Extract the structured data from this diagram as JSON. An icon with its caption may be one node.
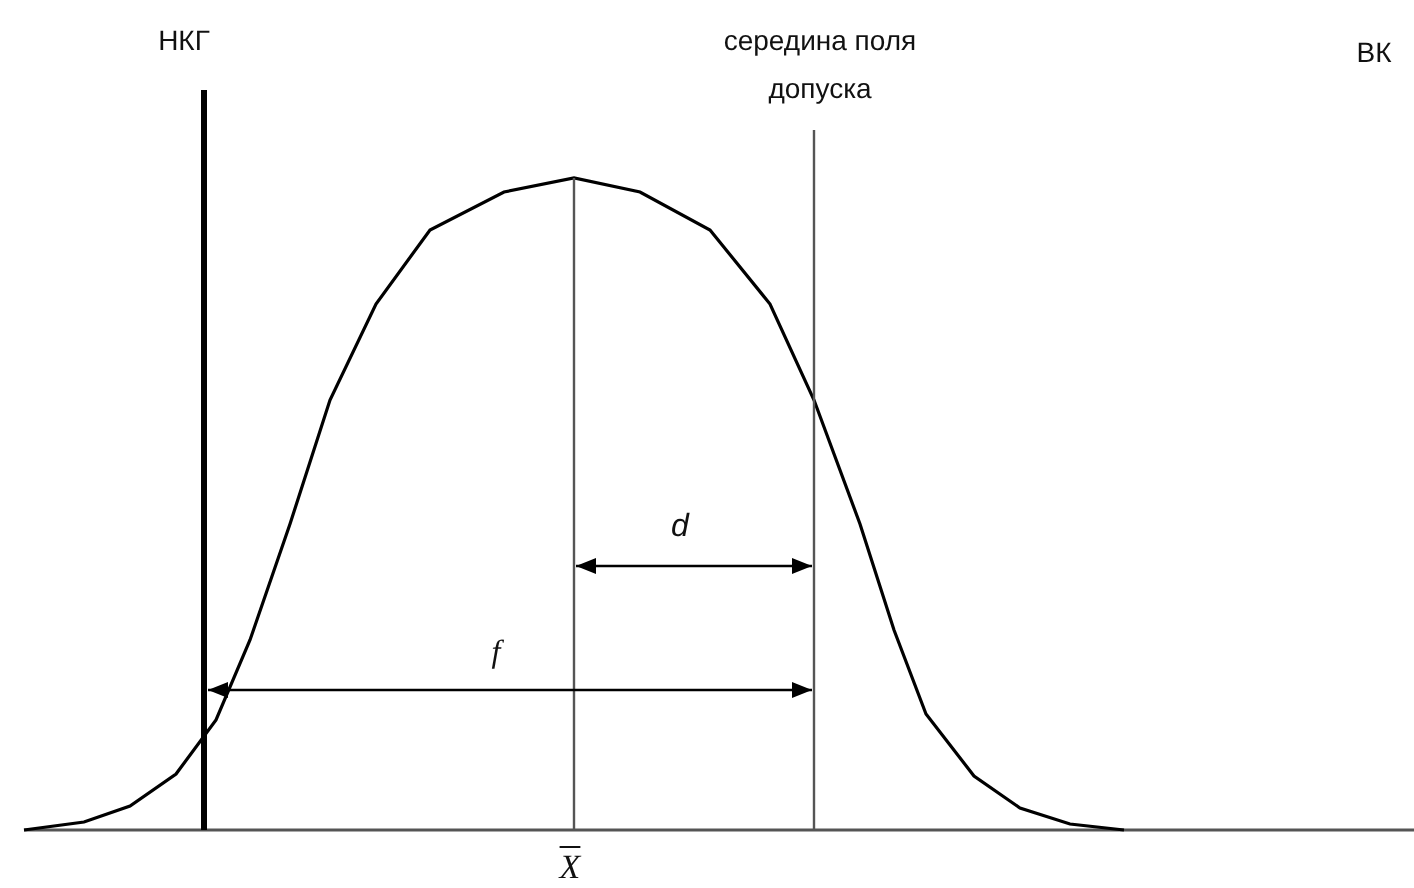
{
  "diagram": {
    "labels": [
      "НКГ",
      "середина поля допуска",
      "ВК",
      "d",
      "f",
      "X"
    ]
  }
}
